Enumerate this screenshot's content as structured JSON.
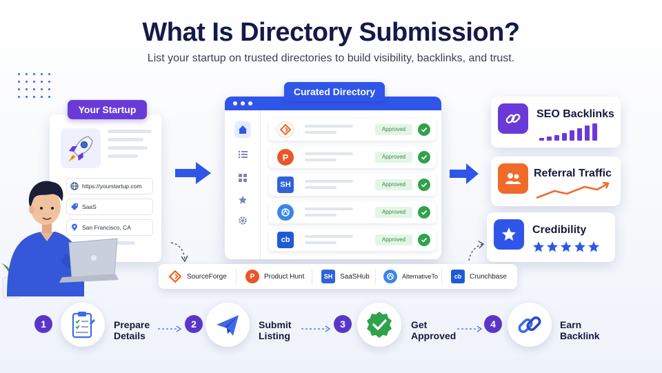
{
  "header": {
    "title": "What Is Directory Submission?",
    "subtitle": "List your startup on trusted directories to build visibility, backlinks, and trust."
  },
  "startup": {
    "pill": "Your Startup",
    "fields": [
      {
        "icon": "globe-icon",
        "text": "https://yourstartup.com"
      },
      {
        "icon": "tag-icon",
        "text": "SaaS"
      },
      {
        "icon": "location-pin-icon",
        "text": "San Francisco, CA"
      }
    ]
  },
  "directory": {
    "pill": "Curated Directory",
    "rows": [
      {
        "logo_text": "",
        "logo_color": "#f26522",
        "status": "Approved"
      },
      {
        "logo_text": "P",
        "logo_color": "#e8572a",
        "status": "Approved"
      },
      {
        "logo_text": "SH",
        "logo_color": "#2f63d8",
        "status": "Approved"
      },
      {
        "logo_text": "",
        "logo_color": "#3a86e8",
        "status": "Approved"
      },
      {
        "logo_text": "cb",
        "logo_color": "#1f5bd6",
        "status": "Approved"
      }
    ]
  },
  "benefits": [
    {
      "label": "SEO Backlinks",
      "icon": "link-icon",
      "color": "#6a3ad8"
    },
    {
      "label": "Referral Traffic",
      "icon": "users-icon",
      "color": "#f06a2a"
    },
    {
      "label": "Credibility",
      "icon": "star-icon",
      "color": "#2f56e8"
    }
  ],
  "brands": [
    {
      "name": "SourceForge",
      "logo_text": "",
      "color": "#f26522"
    },
    {
      "name": "Product Hunt",
      "logo_text": "P",
      "color": "#e8572a"
    },
    {
      "name": "SaaSHub",
      "logo_text": "SH",
      "color": "#2f63d8"
    },
    {
      "name": "AlternativeTo",
      "logo_text": "",
      "color": "#3a86e8"
    },
    {
      "name": "Crunchbase",
      "logo_text": "cb",
      "color": "#1f5bd6"
    }
  ],
  "steps": [
    {
      "num": "1",
      "label_line1": "Prepare",
      "label_line2": "Details",
      "icon": "clipboard-icon"
    },
    {
      "num": "2",
      "label_line1": "Submit",
      "label_line2": "Listing",
      "icon": "paper-plane-icon"
    },
    {
      "num": "3",
      "label_line1": "Get",
      "label_line2": "Approved",
      "icon": "check-badge-icon"
    },
    {
      "num": "4",
      "label_line1": "Earn",
      "label_line2": "Backlink",
      "icon": "chain-link-icon"
    }
  ],
  "colors": {
    "primary_blue": "#2f56e8",
    "purple": "#6a3ad8",
    "orange": "#f06a2a",
    "green": "#2fa24a"
  }
}
